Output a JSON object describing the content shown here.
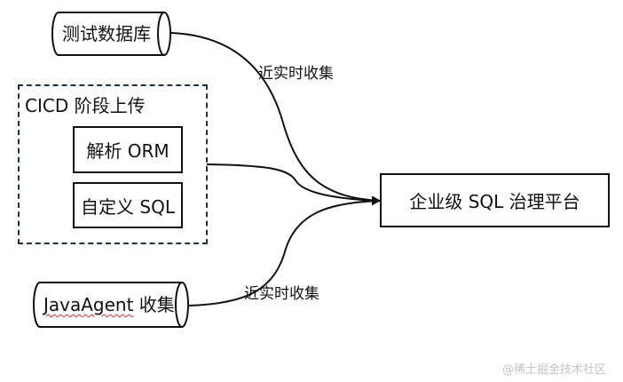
{
  "nodes": {
    "test_db": "测试数据库",
    "javaagent_prefix": "JavaAgent",
    "javaagent_suffix": " 收集",
    "cicd_group": "CICD 阶段上传",
    "parse_orm": "解析 ORM",
    "custom_sql": "自定义 SQL",
    "platform": "企业级 SQL 治理平台"
  },
  "edges": {
    "top_label": "近实时收集",
    "bottom_label": "近实时收集"
  },
  "watermark": "@稀土掘金技术社区",
  "colors": {
    "stroke": "#111111",
    "group_border": "#1f3347",
    "spellcheck": "#d93025",
    "watermark": "#c4c4c4"
  }
}
